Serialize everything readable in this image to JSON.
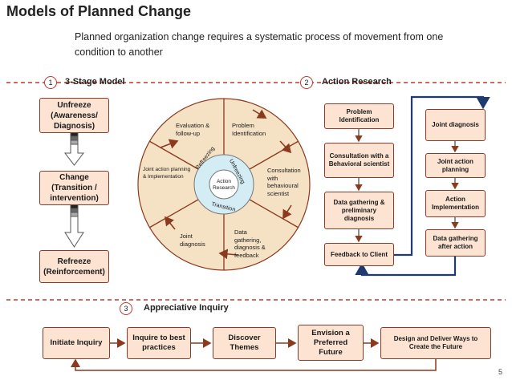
{
  "title": "Models of Planned Change",
  "subtitle": "Planned organization change requires a systematic process of movement from one condition to another",
  "colors": {
    "box_fill": "#fce3d2",
    "box_border": "#8a3a2a",
    "arrow_brown": "#8b3a1e",
    "arrow_blue": "#1f3a6e",
    "dashed_red": "#c0392b",
    "wheel_fill": "#f5e1c4"
  },
  "sections": {
    "three_stage": {
      "number": "1",
      "label": "3-Stage Model",
      "stages": [
        "Unfreeze (Awareness/ Diagnosis)",
        "Change (Transition / intervention)",
        "Refreeze (Reinforcement)"
      ]
    },
    "action_research": {
      "number": "2",
      "label": "Action Research",
      "wheel": {
        "center": "Action Research",
        "inner": [
          "Unfreezing",
          "Transition",
          "Refreezing"
        ],
        "segments": [
          "Problem Identification",
          "Consultation with behavioural scientist",
          "Data gathering, diagnosis & feedback",
          "Joint diagnosis",
          "Joint action planning & Implementation",
          "Evaluation & follow-up"
        ]
      },
      "left_column": [
        "Problem Identification",
        "Consultation with a Behavioral scientist",
        "Data gathering & preliminary diagnosis",
        "Feedback to Client"
      ],
      "right_column": [
        "Joint diagnosis",
        "Joint action planning",
        "Action Implementation",
        "Data gathering after action"
      ]
    },
    "appreciative_inquiry": {
      "number": "3",
      "label": "Appreciative Inquiry",
      "steps": [
        "Initiate Inquiry",
        "Inquire to best practices",
        "Discover Themes",
        "Envision a Preferred Future",
        "Design and Deliver Ways to Create the Future"
      ]
    }
  },
  "page_number": "5"
}
